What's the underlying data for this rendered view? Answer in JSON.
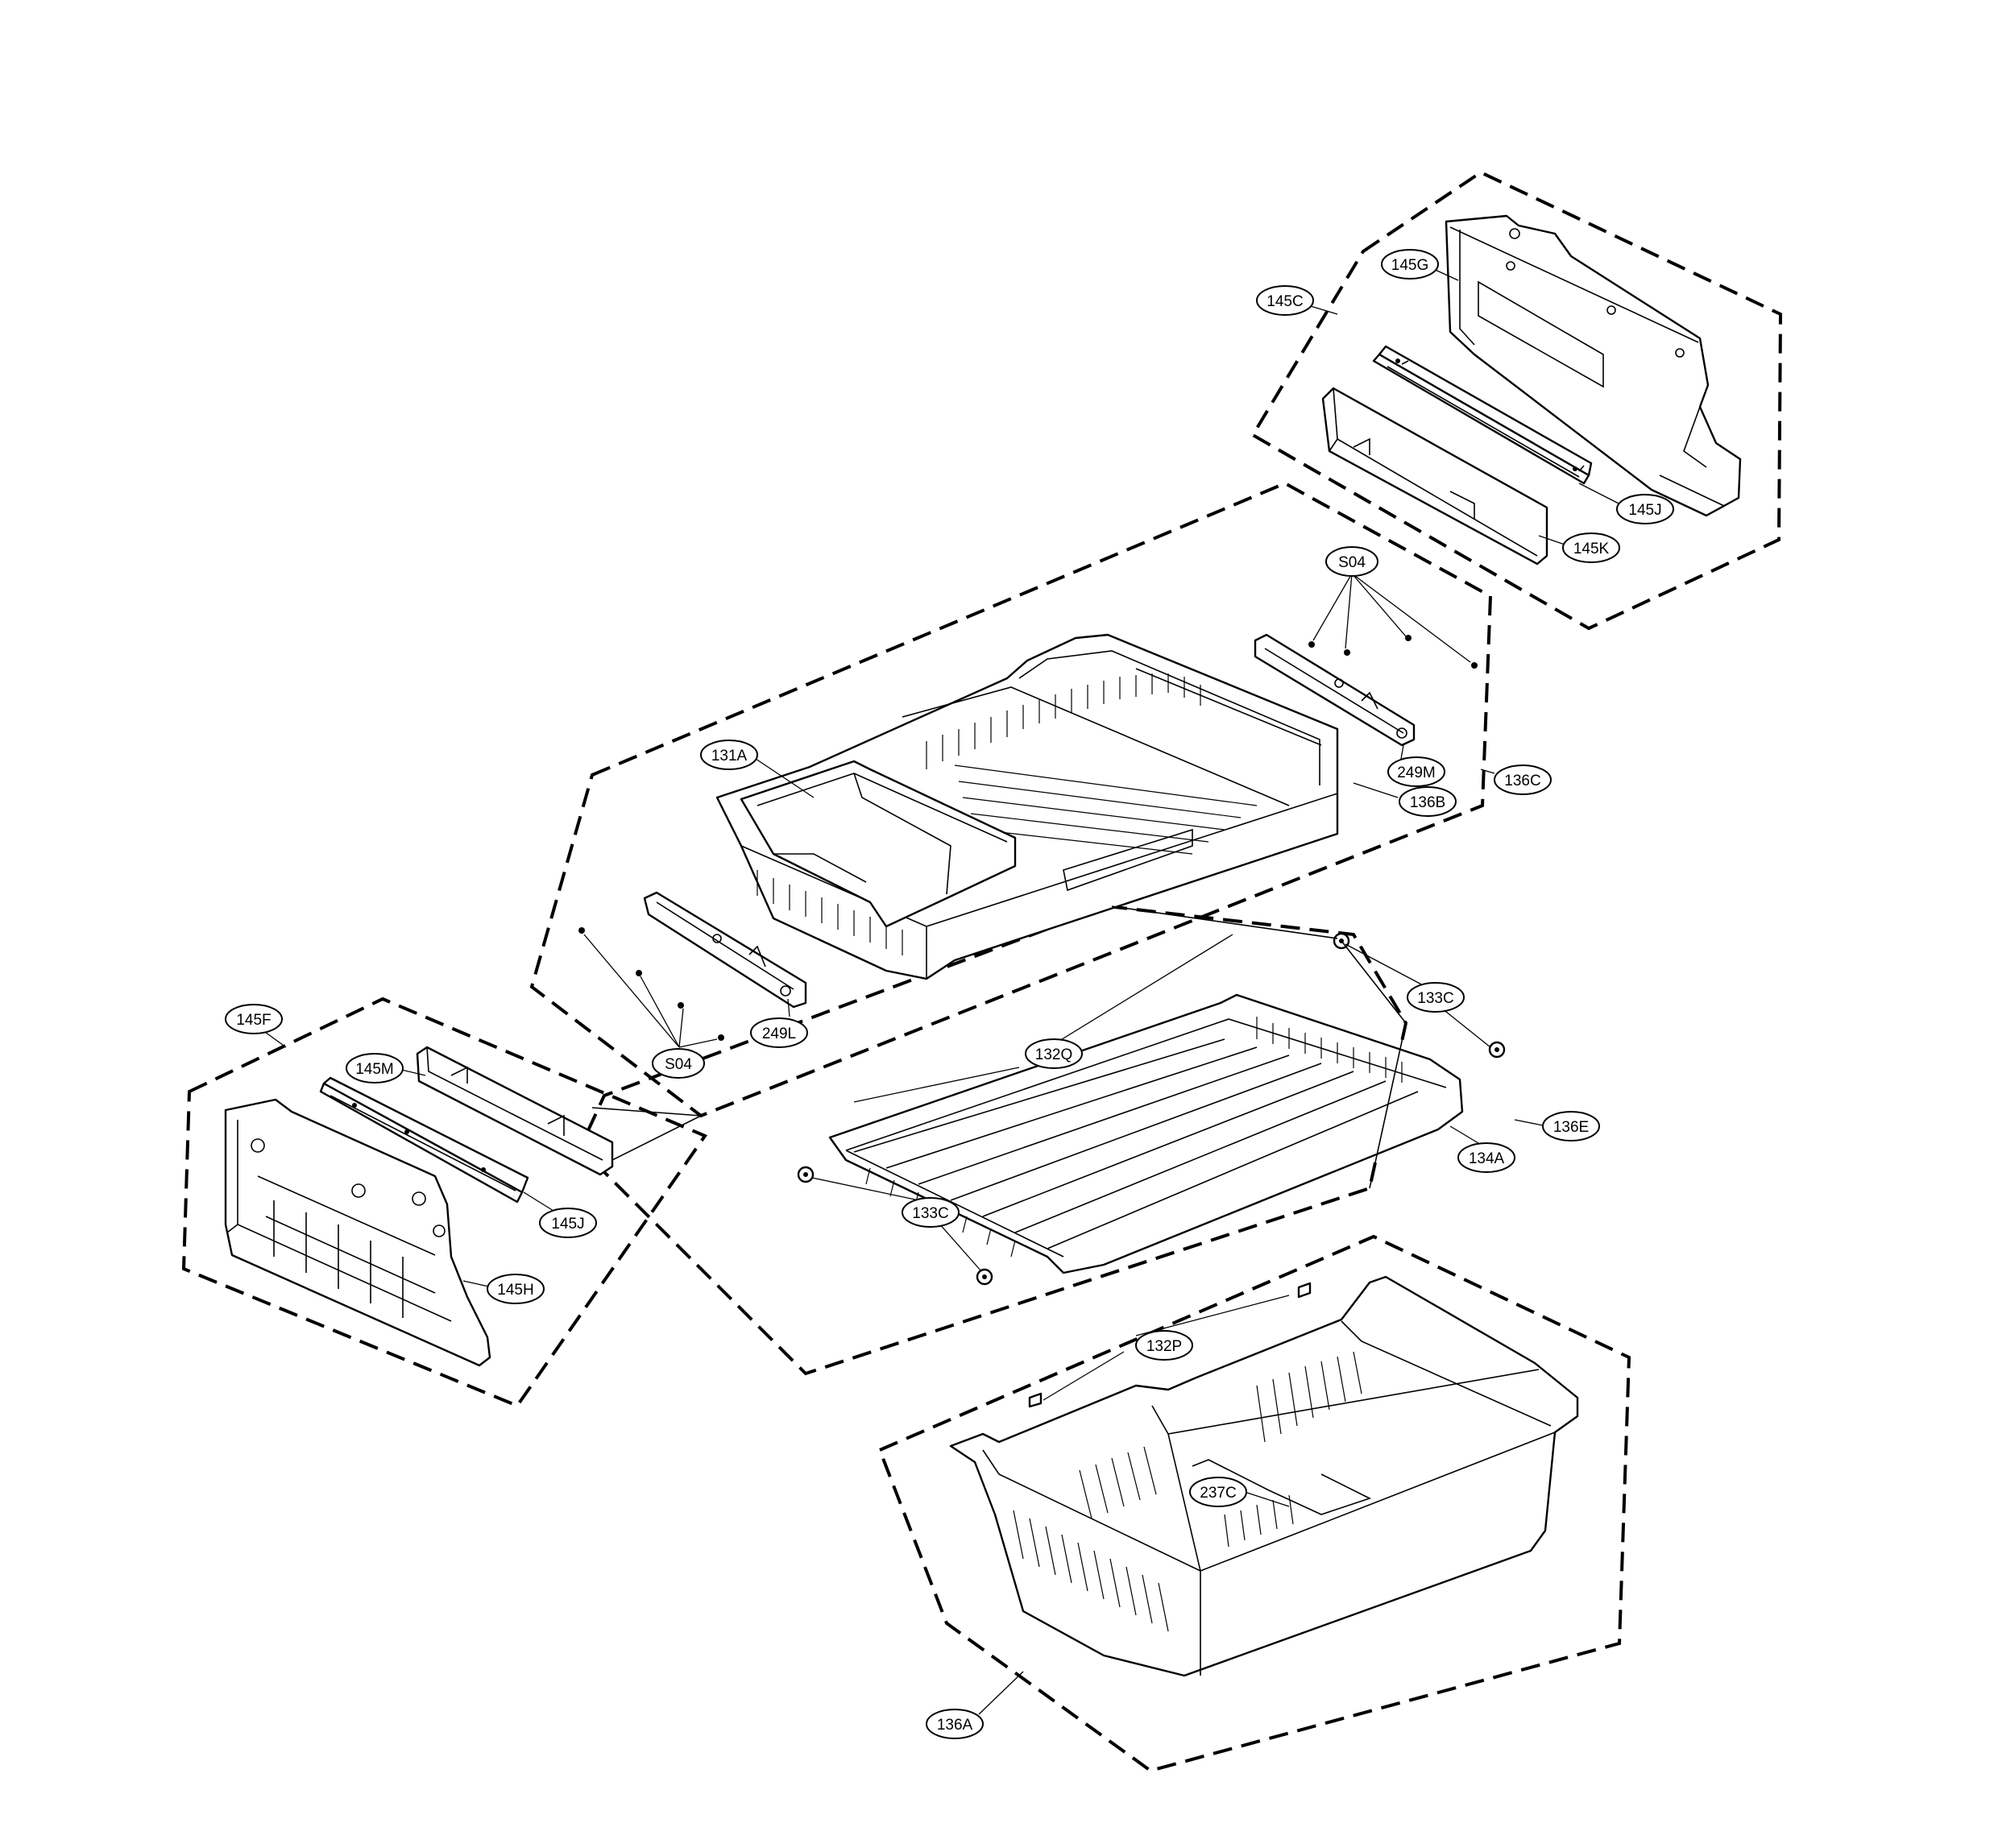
{
  "diagram": {
    "type": "exploded-parts-view",
    "labels": {
      "l145C": "145C",
      "l145G": "145G",
      "l145J_top": "145J",
      "l145K": "145K",
      "lS04_top": "S04",
      "l249M": "249M",
      "l136C": "136C",
      "l136B": "136B",
      "l131A": "131A",
      "l249L": "249L",
      "lS04_mid": "S04",
      "l133C_right": "133C",
      "l132Q": "132Q",
      "l136E": "136E",
      "l134A": "134A",
      "l133C_left": "133C",
      "l145F": "145F",
      "l145M": "145M",
      "l145J_left": "145J",
      "l145H": "145H",
      "l132P": "132P",
      "l237C": "237C",
      "l136A": "136A"
    }
  }
}
